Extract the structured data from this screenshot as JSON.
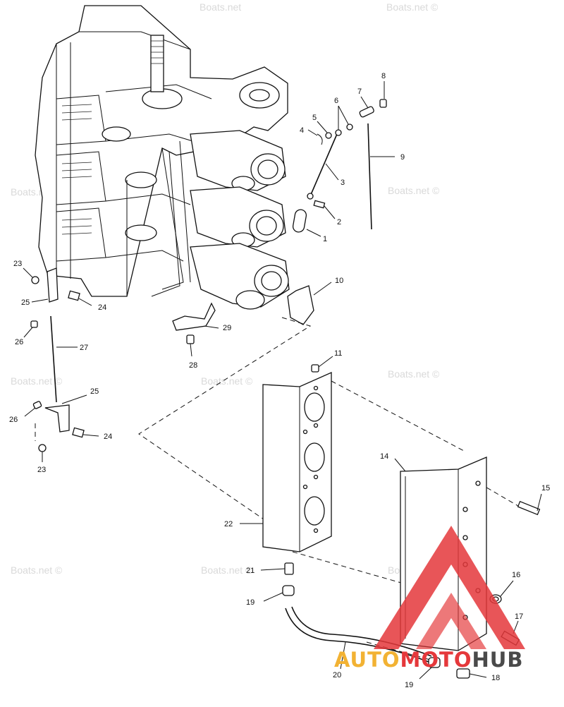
{
  "watermarks": {
    "top": "Boats.net",
    "top_right": "Boats.net ©",
    "mid_left": "Boats.net ©",
    "mid_right": "Boats.net ©",
    "center": "Boats.net ©",
    "lower_left": "Boats.net ©",
    "lower_right": "Boats.net ©",
    "left2": "Boats.net ©",
    "mid2": "Boats.net ©",
    "bottom_center": "Boats.net ©"
  },
  "logo": {
    "part1": "AUTO",
    "part2": "MOTO",
    "part3": "HUB"
  },
  "labels": {
    "l1": "1",
    "l2": "2",
    "l3": "3",
    "l4": "4",
    "l5": "5",
    "l6": "6",
    "l7": "7",
    "l8": "8",
    "l9": "9",
    "l10": "10",
    "l11": "11",
    "l14": "14",
    "l15": "15",
    "l16": "16",
    "l17": "17",
    "l18": "18",
    "l19a": "19",
    "l19b": "19",
    "l20": "20",
    "l21": "21",
    "l22": "22",
    "l23a": "23",
    "l23b": "23",
    "l24a": "24",
    "l24b": "24",
    "l25a": "25",
    "l25b": "25",
    "l26a": "26",
    "l26b": "26",
    "l27": "27",
    "l28": "28",
    "l29": "29"
  },
  "colors": {
    "logo_red": "#e5383b",
    "logo_yellow": "#f2b233",
    "logo_gray": "#4a4a4a"
  }
}
